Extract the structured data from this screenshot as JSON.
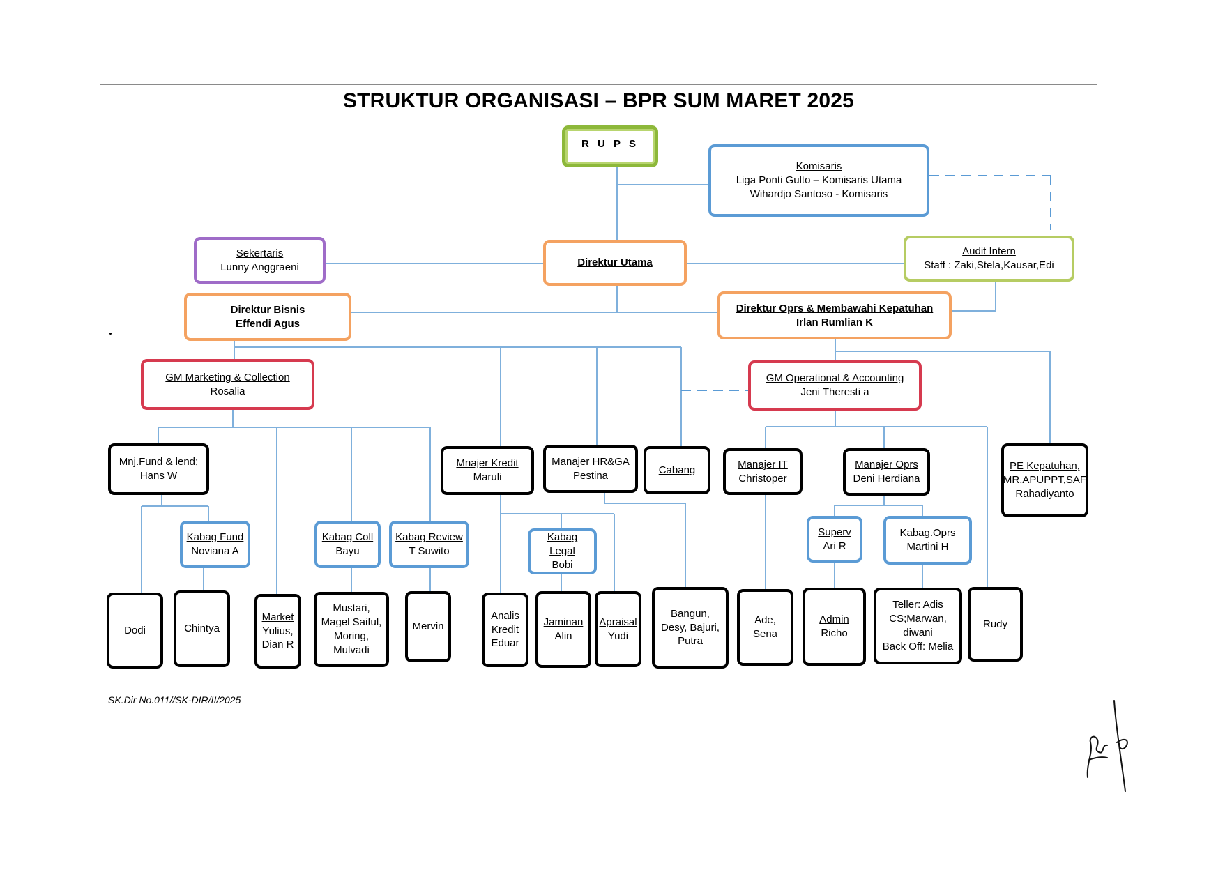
{
  "title": "STRUKTUR ORGANISASI – BPR SUM MARET 2025",
  "footer": "SK.Dir No.011//SK-DIR/II/2025",
  "nodes": {
    "rups": {
      "title": "R U P S"
    },
    "komisaris": {
      "title": "Komisaris",
      "lines": [
        "Liga Ponti Gulto – Komisaris Utama",
        "Wihardjo Santoso - Komisaris"
      ]
    },
    "direktur_utama": {
      "title": "Direktur Utama"
    },
    "sekertaris": {
      "title": "Sekertaris",
      "name": "Lunny Anggraeni"
    },
    "audit_intern": {
      "title": "Audit Intern",
      "name": "Staff : Zaki,Stela,Kausar,Edi"
    },
    "direktur_bisnis": {
      "title": "Direktur Bisnis",
      "name": "Effendi Agus"
    },
    "direktur_oprs": {
      "title": "Direktur Oprs & Membawahi Kepatuhan",
      "name": "Irlan Rumlian K"
    },
    "gm_marketing": {
      "title": "GM Marketing & Collection",
      "name": "Rosalia"
    },
    "gm_operational": {
      "title": "GM Operational & Accounting",
      "name": "Jeni Theresti a"
    },
    "mnj_fund": {
      "title": "Mnj.Fund & lend;",
      "name": "Hans W"
    },
    "manajer_kredit": {
      "title": "Mnajer Kredit",
      "name": "Maruli"
    },
    "manajer_hrga": {
      "title": "Manajer HR&GA",
      "name": "Pestina"
    },
    "cabang": {
      "title": "Cabang"
    },
    "manajer_it": {
      "title": "Manajer IT",
      "name": "Christoper"
    },
    "manajer_oprs": {
      "title": "Manajer Oprs",
      "name": "Deni Herdiana"
    },
    "pe_kepatuhan": {
      "title": "PE Kepatuhan,",
      "title2": "MR,APUPPT,SAF",
      "name": "Rahadiyanto"
    },
    "kabag_fund": {
      "title": "Kabag Fund",
      "name": "Noviana A"
    },
    "kabag_coll": {
      "title": "Kabag Coll",
      "name": "Bayu"
    },
    "kabag_review": {
      "title": "Kabag Review",
      "name": "T Suwito"
    },
    "kabag_legal": {
      "title": "Kabag Legal",
      "name": "Bobi"
    },
    "superv": {
      "title": "Superv",
      "name": "Ari R"
    },
    "kabag_oprs": {
      "title": "Kabag.Oprs",
      "name": "Martini H"
    },
    "dodi": {
      "name": "Dodi"
    },
    "chintya": {
      "name": "Chintya"
    },
    "market": {
      "title": "Market",
      "lines": [
        "Yulius,",
        "Dian R"
      ]
    },
    "mustari": {
      "lines": [
        "Mustari,",
        "Magel Saiful,",
        "Moring,",
        "Mulvadi"
      ]
    },
    "mervin": {
      "name": "Mervin"
    },
    "analis_kredit": {
      "pre": "Analis",
      "title": "Kredit",
      "name": "Eduar"
    },
    "jaminan": {
      "title": "Jaminan",
      "name": "Alin"
    },
    "apraisal": {
      "title": "Apraisal",
      "name": "Yudi"
    },
    "bangun": {
      "lines": [
        "Bangun,",
        "Desy, Bajuri,",
        "Putra"
      ]
    },
    "ade": {
      "lines": [
        "Ade,",
        "Sena"
      ]
    },
    "admin": {
      "title": "Admin",
      "name": "Richo"
    },
    "teller": {
      "title": "Teller",
      "after": ": Adis",
      "lines": [
        "CS;Marwan,",
        "diwani",
        "Back Off: Melia"
      ]
    },
    "rudy": {
      "name": "Rudy"
    }
  },
  "colors": {
    "line": "#7fb0dc",
    "dashed": "#5b9bd5",
    "frame": "#8a8a8a"
  }
}
